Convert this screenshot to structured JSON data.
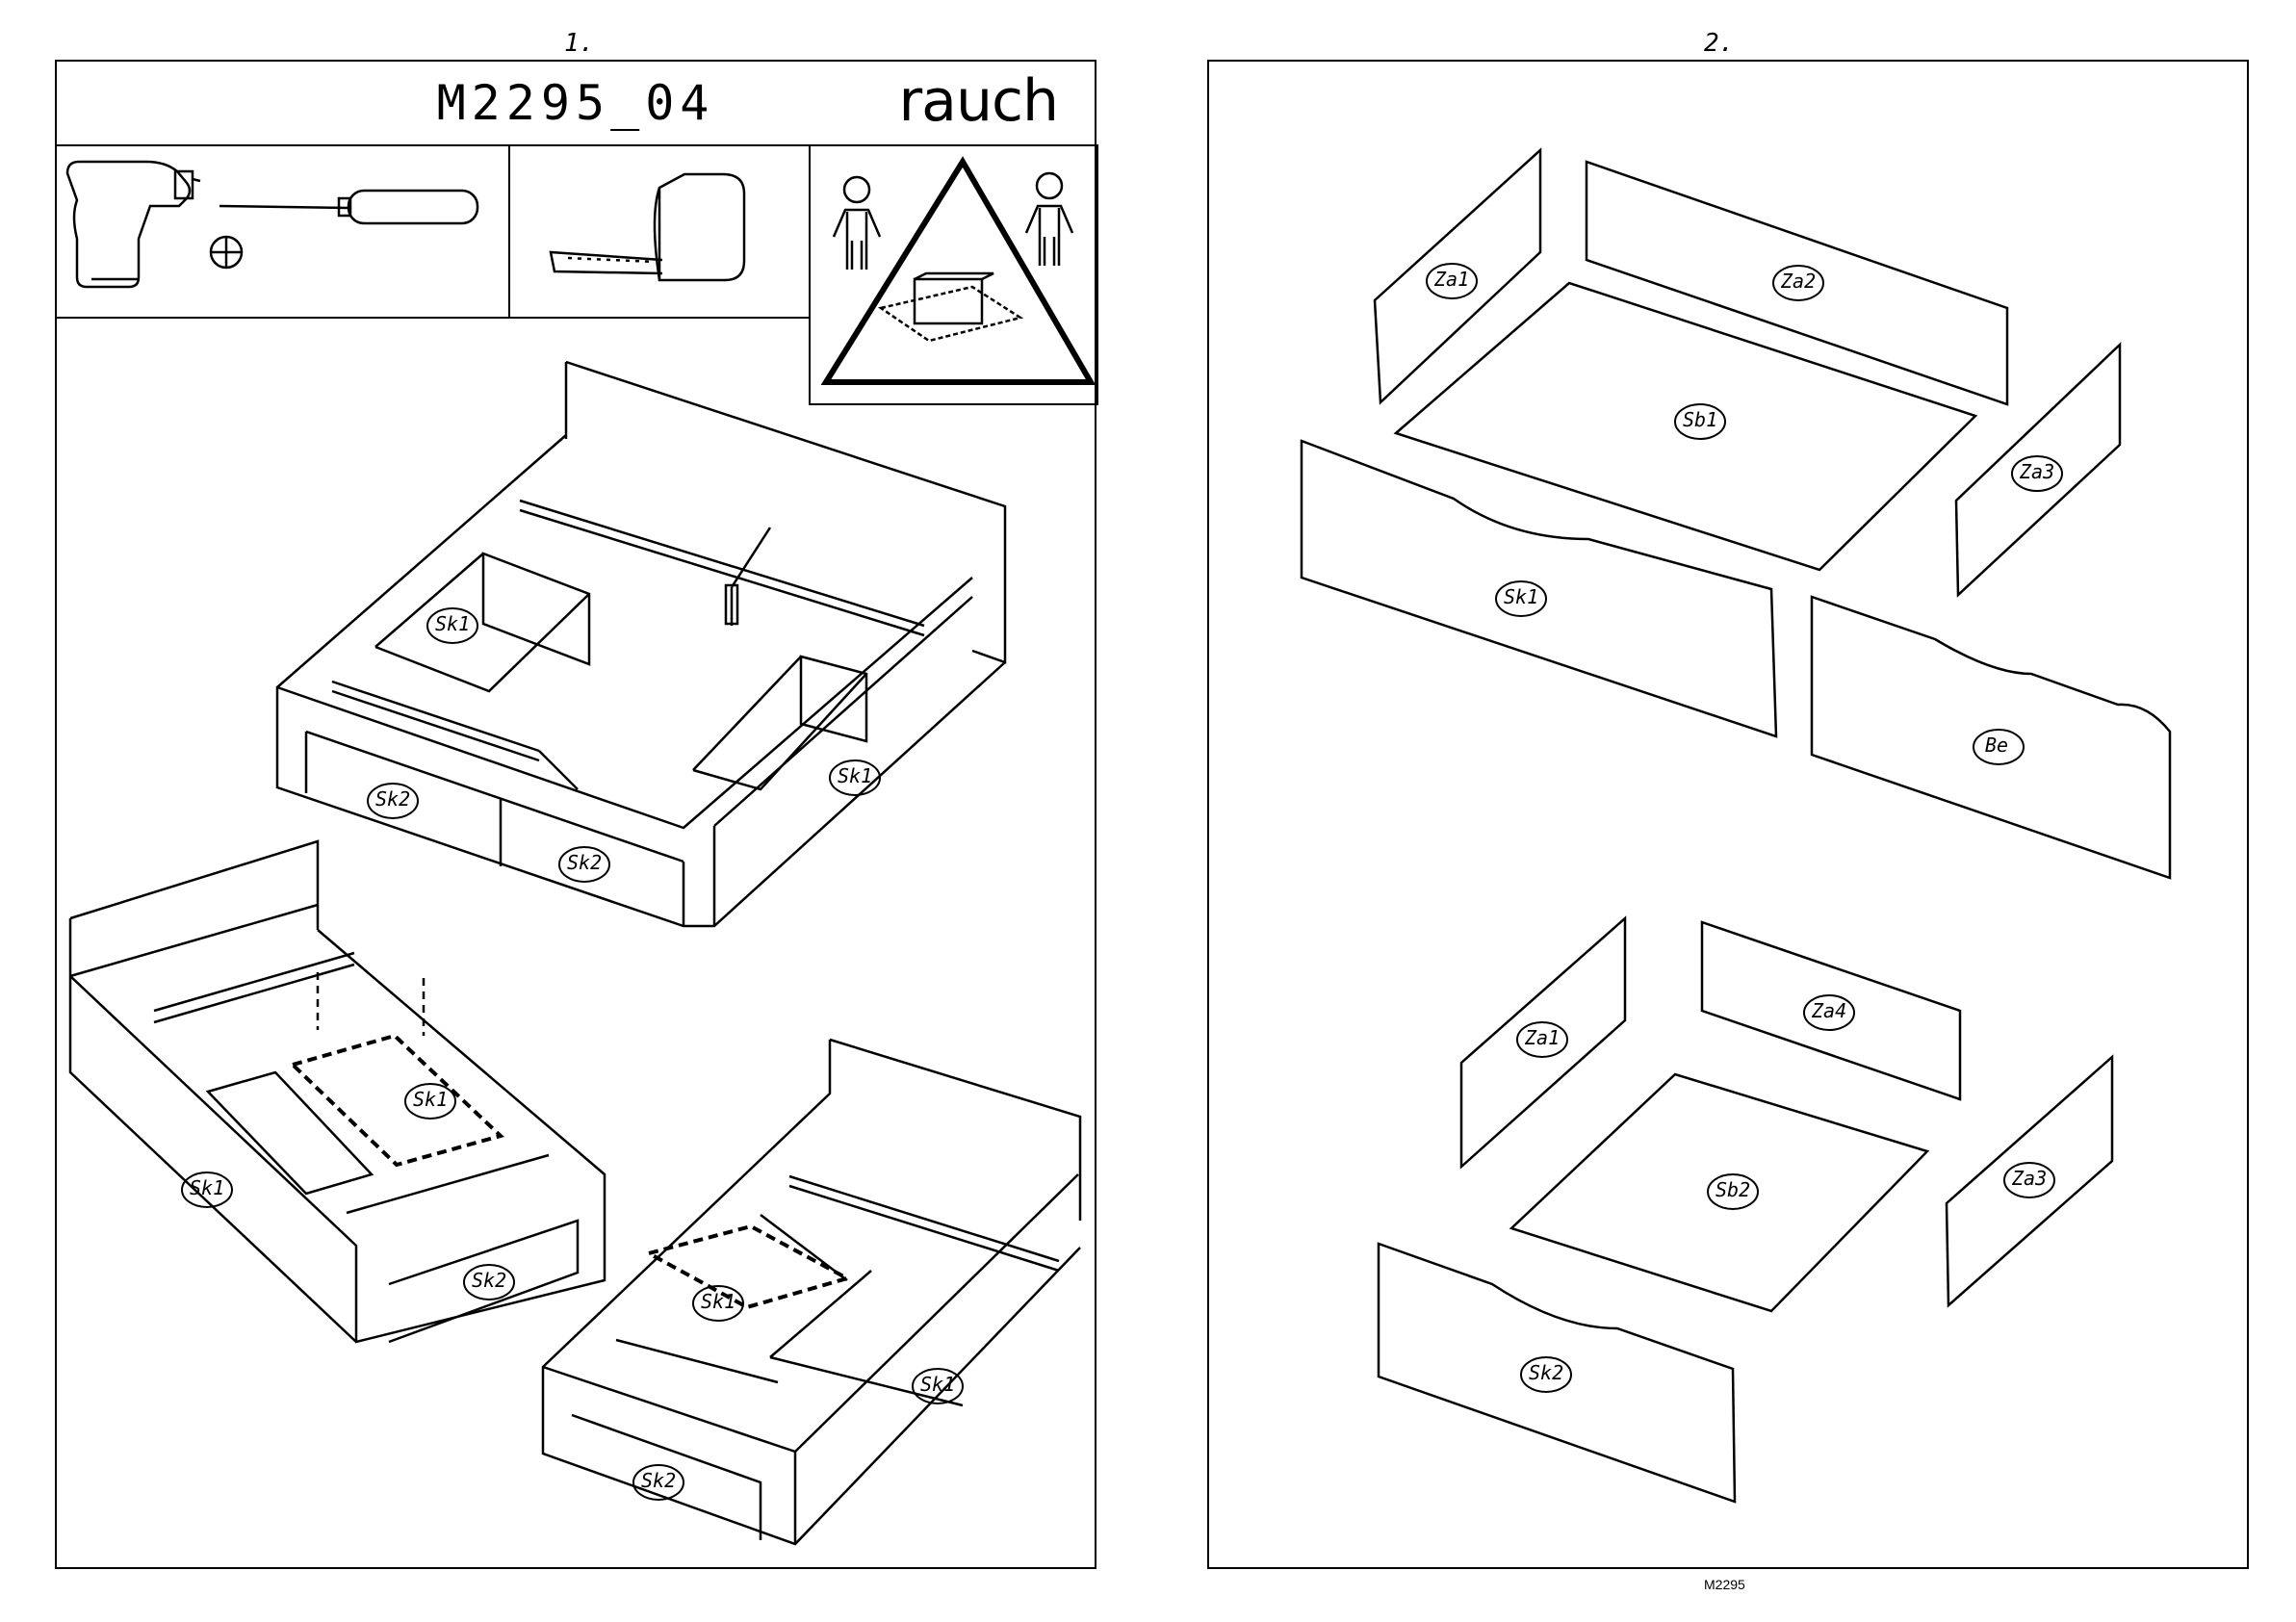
{
  "page_left": {
    "number": "1.",
    "model": "M2295_04",
    "brand": "rauch",
    "tools": [
      "drill-icon",
      "screwdriver-icon",
      "phillips-bit-icon",
      "tape-measure-icon"
    ],
    "warning_icons": [
      "two-person-icon",
      "carpet-icon"
    ],
    "labels": [
      "Sk1",
      "Sk2",
      "Sk2",
      "Sk1",
      "Sk1",
      "Sk1",
      "Sk2",
      "Sk1",
      "Sk1",
      "Sk2"
    ]
  },
  "page_right": {
    "number": "2.",
    "parts_top": [
      "Za1",
      "Za2",
      "Sb1",
      "Za3",
      "Sk1",
      "Be"
    ],
    "parts_bottom": [
      "Za1",
      "Za4",
      "Sb2",
      "Za3",
      "Sk2"
    ]
  },
  "footer": {
    "code": "M2295"
  }
}
